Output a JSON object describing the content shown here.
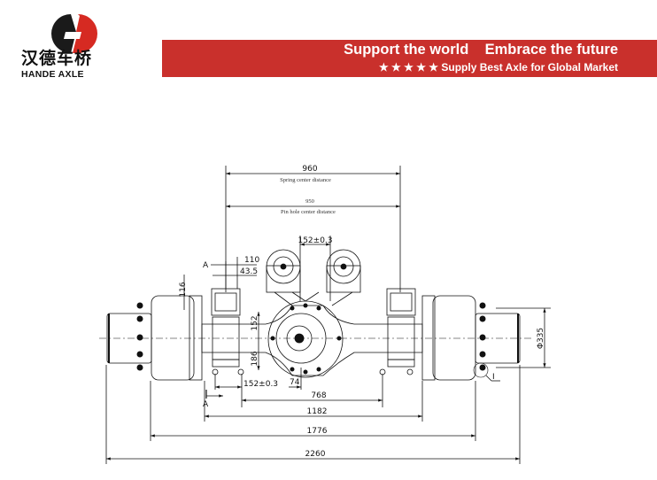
{
  "logo": {
    "chinese": "汉德车桥",
    "english": "HANDE AXLE"
  },
  "banner": {
    "line1": "Support the world    Embrace the future",
    "line2": "★ ★ ★ ★ ★ Supply Best Axle for Global Market"
  },
  "drawing": {
    "spring_center": {
      "value": "960",
      "label": "Spring center distance"
    },
    "pin_hole_center": {
      "value": "950",
      "label": "Pin hole center distance"
    },
    "chamber_spacing": "152±0.3",
    "dim_110": "110",
    "dim_43_5": "43.5",
    "dim_116": "116",
    "dim_152": "152",
    "dim_186": "186",
    "seat_spacing": "152±0.3",
    "dim_74": "74",
    "dim_768": "768",
    "dim_1182": "1182",
    "dim_1776": "1776",
    "dim_2260": "2260",
    "diameter": "Φ335",
    "section_a": "A",
    "detail_1": "I"
  }
}
